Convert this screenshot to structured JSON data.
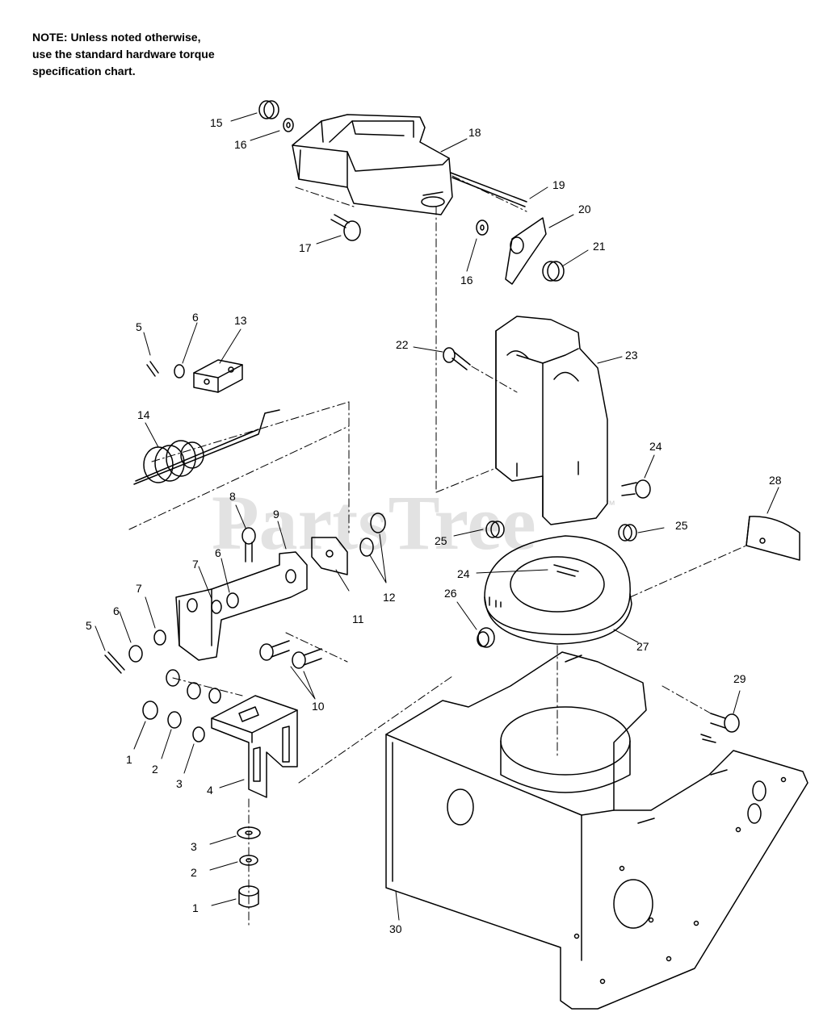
{
  "note": {
    "line1": "NOTE: Unless noted otherwise,",
    "line2": "use the standard hardware torque",
    "line3": "specification chart."
  },
  "watermark": {
    "text": "PartsTree",
    "tm": "™"
  },
  "callouts": [
    "15",
    "16",
    "18",
    "19",
    "20",
    "21",
    "17",
    "16",
    "5",
    "6",
    "13",
    "14",
    "22",
    "23",
    "24",
    "28",
    "8",
    "9",
    "25",
    "25",
    "24",
    "7",
    "6",
    "11",
    "12",
    "26",
    "7",
    "6",
    "5",
    "10",
    "27",
    "29",
    "1",
    "2",
    "3",
    "4",
    "3",
    "2",
    "1",
    "30"
  ]
}
